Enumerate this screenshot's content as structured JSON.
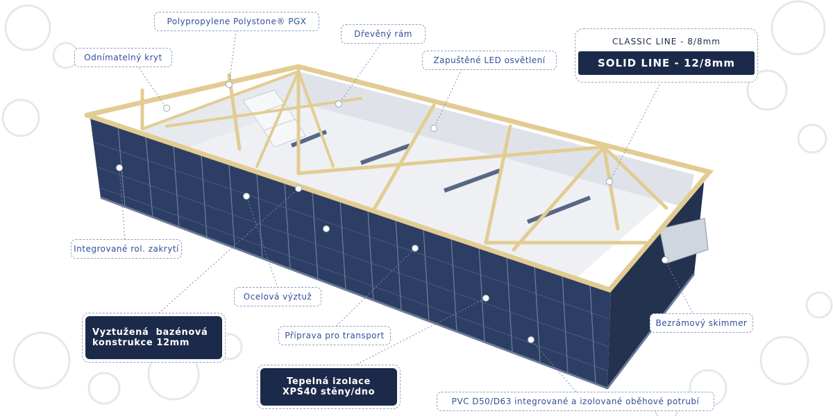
{
  "labels": {
    "polypropylene": "Polypropylene Polystone® PGX",
    "dreveny_ram": "Dřevěný rám",
    "kryt": "Odnímatelný kryt",
    "led": "Zapuštěné LED osvětlení",
    "zakryti": "Integrované rol. zakrytí",
    "vyztuz": "Ocelová výztuž",
    "transport": "Příprava pro transport",
    "skimmer": "Bezrámový skimmer",
    "potrubi": "PVC D50/D63 integrované a izolované oběhové potrubí"
  },
  "dark_labels": {
    "konstrukce": [
      "Vyztužená  bazénová",
      "konstrukce 12mm"
    ],
    "izolace": [
      "Tepelná izolace",
      "XPS40 stěny/dno"
    ]
  },
  "product_lines": {
    "classic": "CLASSIC LINE - 8/8mm",
    "solid": "SOLID LINE - 12/8mm"
  },
  "colors": {
    "navy": "#1b2a4a",
    "label_text": "#2f4f9a",
    "wood": "#e2cc92",
    "panel": "#2c3e63"
  }
}
